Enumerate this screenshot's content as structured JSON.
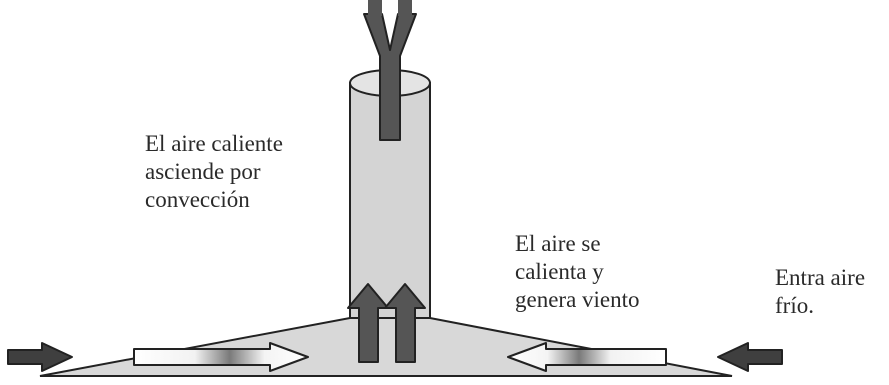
{
  "labels": {
    "convection": [
      "El aire caliente",
      "asciende por",
      "convección"
    ],
    "heating": [
      "El aire se",
      "calienta y",
      "genera viento"
    ],
    "cold_air": [
      "Entra aire",
      "frío."
    ]
  },
  "colors": {
    "surface": "#d8d8d8",
    "chimney": "#d4d4d4",
    "dark_arrow": "#555555",
    "outline": "#222222",
    "text": "#2a2a2a"
  }
}
